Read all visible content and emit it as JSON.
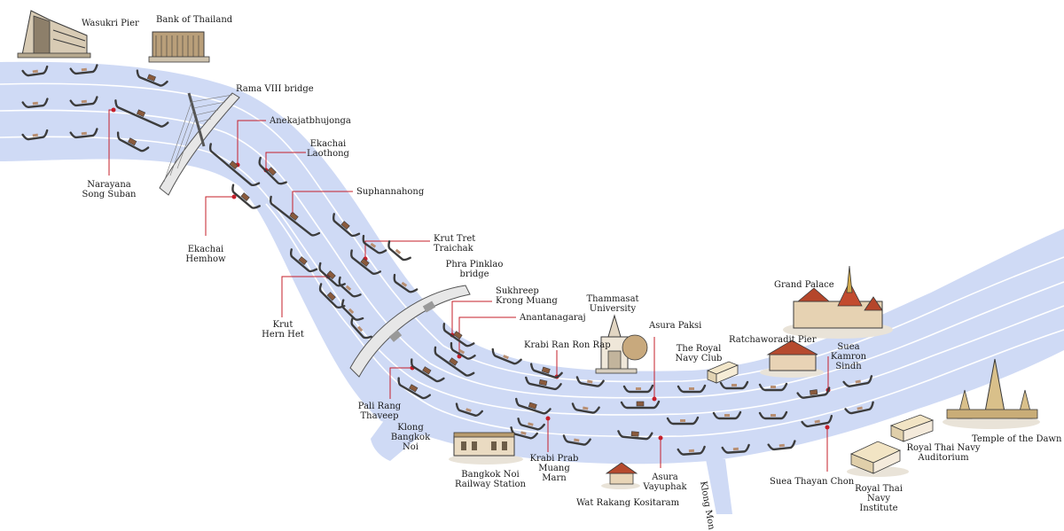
{
  "colors": {
    "water": "#cfdaf5",
    "lane": "#ffffff",
    "leader": "#c61f2a",
    "boat": "#3c3c3c",
    "bridge": "#e7e7e7"
  },
  "labels": {
    "wasukri_pier": "Wasukri Pier",
    "bank_of_thailand": "Bank of Thailand",
    "rama_viii_bridge": "Rama VIII bridge",
    "anekajatbhujonga": "Anekajatbhujonga",
    "ekachai_laothong": "Ekachai\nLaothong",
    "narayana_song_suban": "Narayana\nSong Suban",
    "suphannahong": "Suphannahong",
    "ekachai_hemhow": "Ekachai\nHemhow",
    "krut_tret_traichak": "Krut Tret\nTraichak",
    "phra_pinklao_bridge": "Phra Pinklao\nbridge",
    "krut_hern_het": "Krut\nHern Het",
    "sukhreep_krong_muang": "Sukhreep\nKrong Muang",
    "anantanagaraj": "Anantanagaraj",
    "thammasat_university": "Thammasat\nUniversity",
    "grand_palace": "Grand Palace",
    "asura_paksi": "Asura Paksi",
    "krabi_ran_ron_rap": "Krabi Ran Ron Rap",
    "royal_navy_club": "The Royal\nNavy Club",
    "ratchaworadit_pier": "Ratchaworadit Pier",
    "suea_kamron_sindh": "Suea Kamron\nSindh",
    "pali_rang_thaveep": "Pali Rang\nThaveep",
    "klong_bangkok_noi": "Klong\nBangkok\nNoi",
    "bangkok_noi_railway": "Bangkok Noi\nRailway Station",
    "krabi_prab_muang_marn": "Krabi Prab\nMuang Marn",
    "asura_vayuphak": "Asura\nVayuphak",
    "wat_rakang": "Wat Rakang Kositaram",
    "klong_mon": "Klong Mon",
    "suea_thayan_chon": "Suea Thayan Chon",
    "royal_thai_navy_institute": "Royal Thai Navy\nInstitute",
    "royal_thai_navy_auditorium": "Royal Thai Navy\nAuditorium",
    "temple_of_the_dawn": "Temple of the Dawn"
  }
}
